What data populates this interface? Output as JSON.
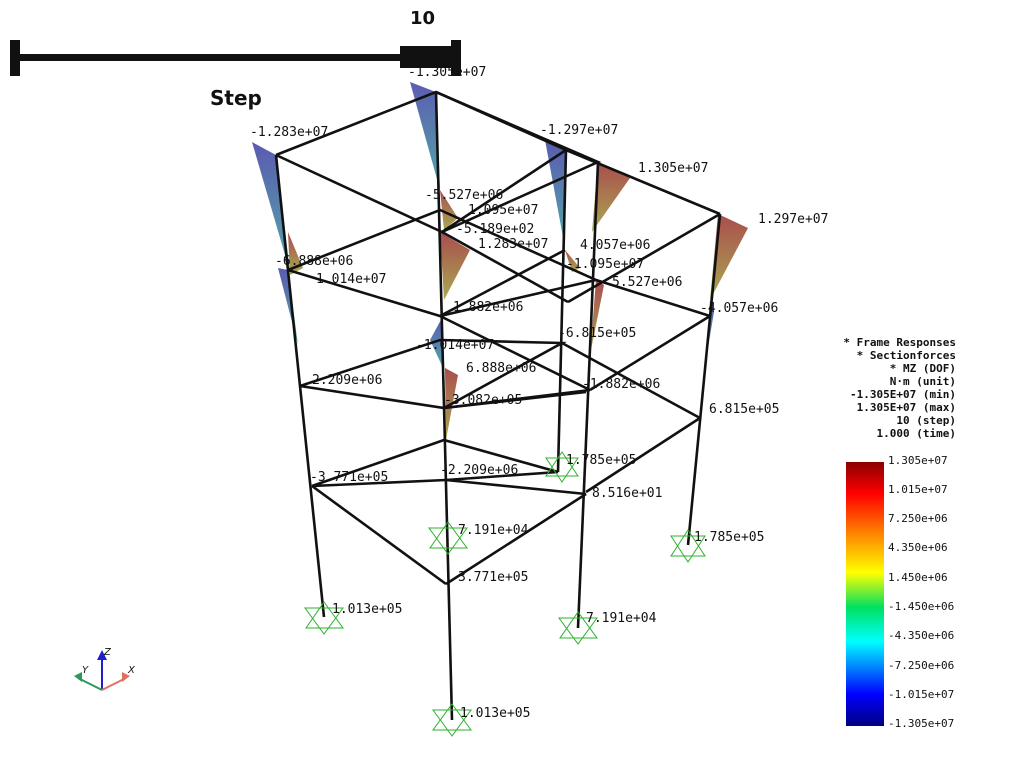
{
  "slider": {
    "value": "10",
    "label": "Step"
  },
  "info_lines": [
    "* Frame Responses",
    "* Sectionforces",
    "* MZ (DOF)",
    "N·m (unit)",
    "-1.305E+07 (min)",
    "1.305E+07 (max)",
    "10 (step)",
    "1.000 (time)"
  ],
  "colorbar_ticks": [
    "1.305e+07",
    "1.015e+07",
    "7.250e+06",
    "4.350e+06",
    "1.450e+06",
    "-1.450e+06",
    "-4.350e+06",
    "-7.250e+06",
    "-1.015e+07",
    "-1.305e+07"
  ],
  "labels": [
    "-1.305e+07",
    "-1.283e+07",
    "-1.297e+07",
    "1.305e+07",
    "1.297e+07",
    "-5.527e+06",
    "1.095e+07",
    "-5.189e+02",
    "1.283e+07",
    "4.057e+06",
    "-1.095e+07",
    "-6.888e+06",
    "1.014e+07",
    "5.527e+06",
    "-4.057e+06",
    "1.882e+06",
    "-6.815e+05",
    "-1.014e+07",
    "6.888e+06",
    "-1.882e+06",
    "2.209e+06",
    "-3.082e+05",
    "6.815e+05",
    "1.785e+05",
    "-2.209e+06",
    "8.516e+01",
    "-3.771e+05",
    "7.191e+04",
    "3.771e+05",
    "1.785e+05",
    "1.013e+05",
    "7.191e+04",
    "1.013e+05"
  ],
  "axes": {
    "x": "X",
    "y": "Y",
    "z": "Z"
  }
}
